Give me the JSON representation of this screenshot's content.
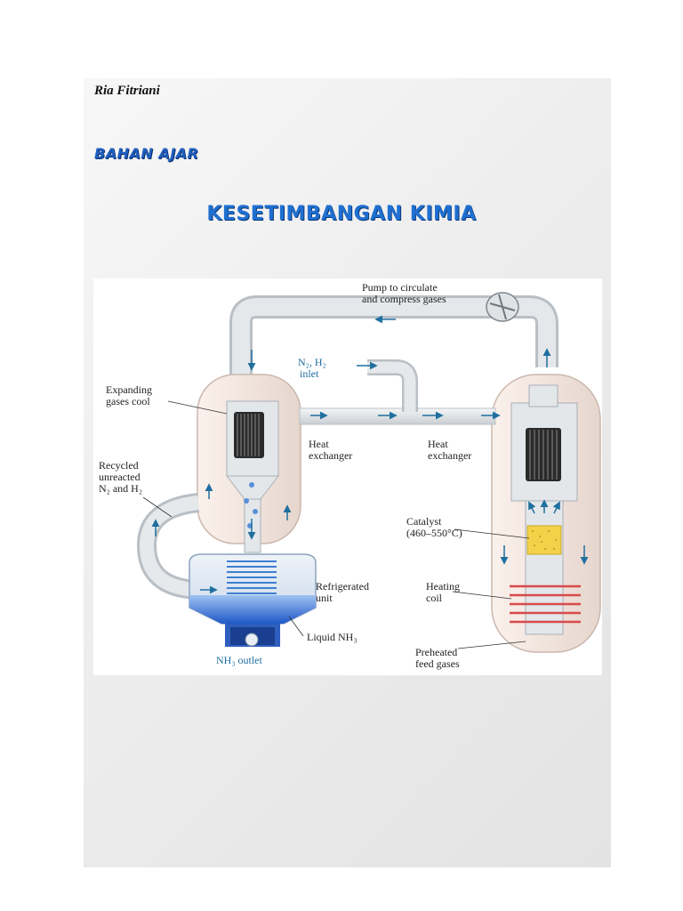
{
  "header": {
    "author": "Ria Fitriani"
  },
  "subject": "BAHAN AJAR",
  "title": "KESETIMBANGAN KIMIA",
  "figure": {
    "labels": {
      "pump_line1": "Pump to circulate",
      "pump_line2": "and compress gases",
      "inlet_line1": "N₂, H₂",
      "inlet_line2": "inlet",
      "expanding_line1": "Expanding",
      "expanding_line2": "gases cool",
      "heat_exchanger_left_line1": "Heat",
      "heat_exchanger_left_line2": "exchanger",
      "heat_exchanger_right_line1": "Heat",
      "heat_exchanger_right_line2": "exchanger",
      "recycled_line1": "Recycled",
      "recycled_line2": "unreacted",
      "recycled_line3": "N₂ and H₂",
      "catalyst_line1": "Catalyst",
      "catalyst_line2": "(460–550°C)",
      "refrigerated_line1": "Refrigerated",
      "refrigerated_line2": "unit",
      "heating_line1": "Heating",
      "heating_line2": "coil",
      "liquid_nh3": "Liquid NH₃",
      "preheated_line1": "Preheated",
      "preheated_line2": "feed gases",
      "nh3_outlet": "NH₃ outlet"
    },
    "colors": {
      "pipe": "#dfe3e6",
      "vessel": "#f0e4de",
      "arrow": "#1f6f9f",
      "coil_blue": "#3f7fd0",
      "coil_red": "#d84a4a",
      "catalyst": "#f3d24a",
      "liquid": "#3f76d6"
    }
  }
}
